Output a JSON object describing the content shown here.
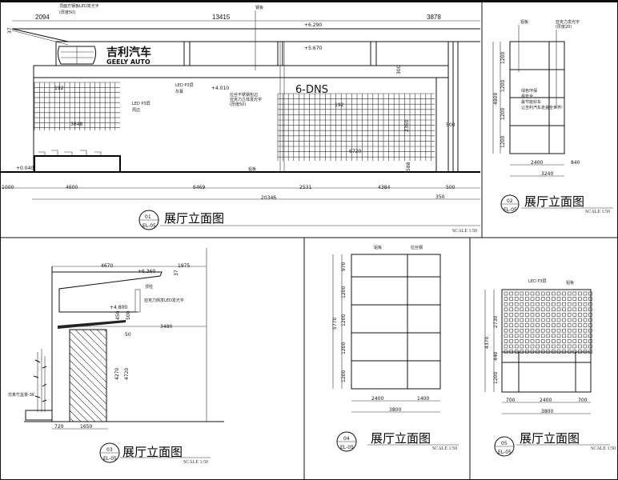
{
  "drawing_title": "展厅立面图",
  "scale": "SCALE 1:50",
  "sheet": "EL-05",
  "panel1": {
    "number": "01",
    "tag": "6-DNS",
    "top_dims": [
      "2094",
      "13415",
      "3878"
    ],
    "left_dim": "37",
    "levels": [
      "+6.290",
      "+5.670",
      "+4.010",
      "+0.040"
    ],
    "bottom_dims": [
      "1000",
      "4600",
      "6469",
      "2531",
      "4384",
      "500"
    ],
    "total_dims": [
      "20346",
      "350"
    ],
    "grid_dims": [
      "192",
      "3648",
      "6720",
      "2360",
      "588",
      "500",
      "300"
    ],
    "logo_cn": "吉利汽车",
    "logo_en": "GEELY AUTO",
    "labels": {
      "top_letters": "顶面方钢板LED发光字",
      "top_letters_thickness": "(厚度50)",
      "steel": "钢板",
      "led_screen": "LED P3屏",
      "grey_screen": "灰幕",
      "acrylic_1": "拉丝不锈钢包边",
      "acrylic_2": "亚克力立体发光字",
      "acrylic_3": "(厚度50)",
      "led_screen_2": "LED P3屏",
      "frame": "周边",
      "aluminum": "铝板"
    }
  },
  "panel2": {
    "number": "02",
    "labels": {
      "aluminum": "铝板",
      "acrylic": "亚克力发光字",
      "thickness": "(厚度20)"
    },
    "slogan": [
      "绿色环保",
      "最安全",
      "最节能好车",
      "让吉利汽车走遍全世界!"
    ],
    "left_dims": [
      "1200",
      "1200",
      "1200",
      "1200"
    ],
    "total_height": "4800",
    "bottom_dims": [
      "2400",
      "840"
    ],
    "total_width": "3240"
  },
  "panel3": {
    "number": "03",
    "top_dims": [
      "4670",
      "1975"
    ],
    "right_dim": "37",
    "levels": [
      "+6.360",
      "+4.800"
    ],
    "labels": {
      "column": "顶柱",
      "side_letters": "亚克力侧发LED发光字",
      "plant": "仿真竹盆景-3K"
    },
    "dims": [
      "450",
      "500",
      "3480",
      "50",
      "4270",
      "4720",
      "720",
      "1650"
    ]
  },
  "panel4": {
    "number": "04",
    "labels": {
      "aluminum": "铝板",
      "steel": "拉丝钢"
    },
    "left_dims": [
      "970",
      "1200",
      "1200",
      "1200",
      "1200"
    ],
    "total_height": "5770",
    "bottom_dims": [
      "2400",
      "1400"
    ],
    "total_width": "3800"
  },
  "panel5": {
    "number": "05",
    "labels": {
      "led_screen": "LED P3屏",
      "aluminum": "铝板"
    },
    "left_dims": [
      "2730",
      "440",
      "1200"
    ],
    "total_height": "4370",
    "bottom_dims": [
      "700",
      "2400",
      "700"
    ],
    "total_width": "3800"
  }
}
